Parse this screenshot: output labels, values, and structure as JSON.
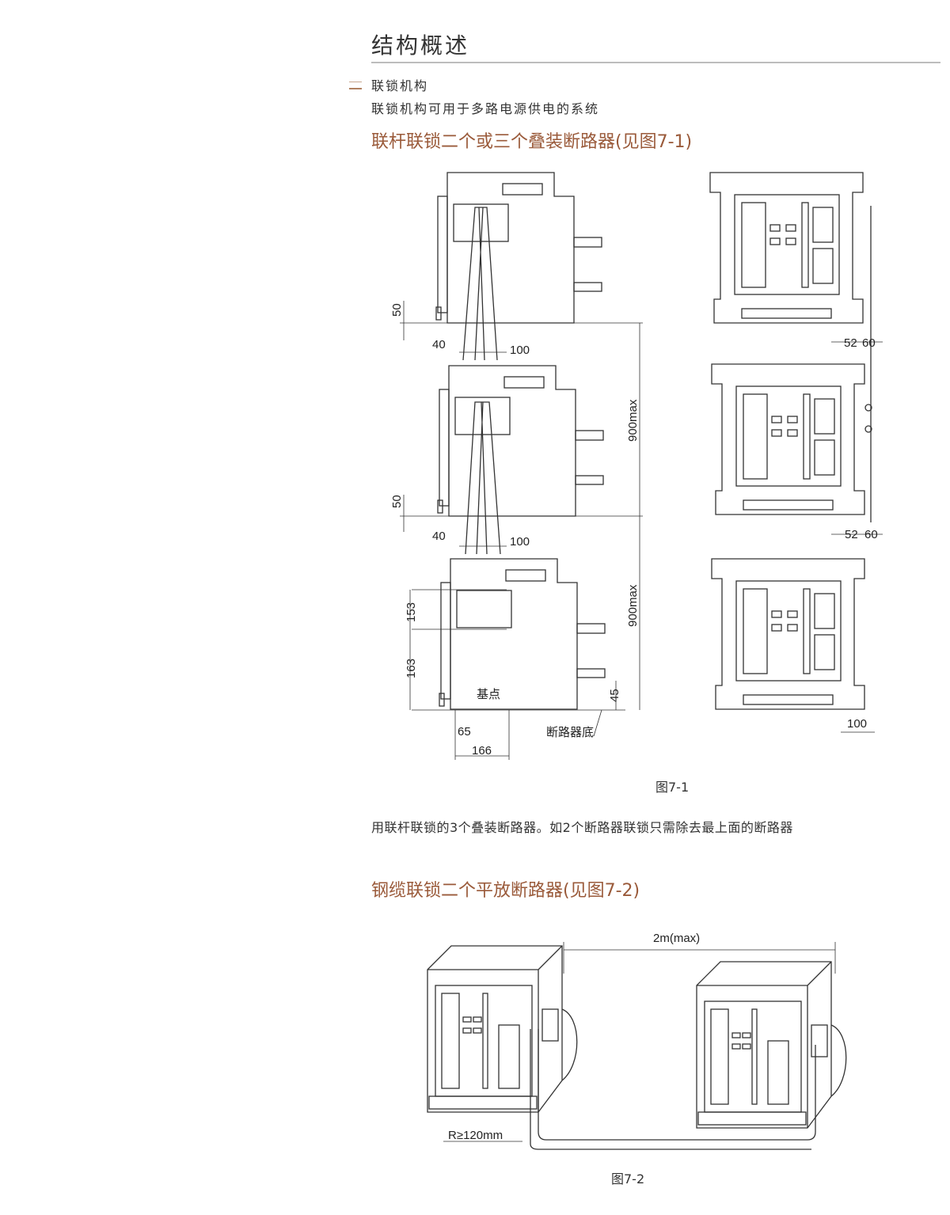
{
  "header": {
    "title": "结构概述"
  },
  "section": {
    "subtitle": "联锁机构",
    "description": "联锁机构可用于多路电源供电的系统"
  },
  "figure1": {
    "heading": "联杆联锁二个或三个叠装断路器(见图7-1)",
    "caption": "图7-1",
    "dims": {
      "d50a": "50",
      "d40a": "40",
      "d100a": "100",
      "d900a": "900max",
      "d52a": "52",
      "d60a": "60",
      "d50b": "50",
      "d40b": "40",
      "d100b": "100",
      "d900b": "900max",
      "d52b": "52",
      "d60b": "60",
      "d153": "153",
      "d163": "163",
      "base": "基点",
      "d45": "45",
      "d65": "65",
      "d166": "166",
      "bottom": "断路器底",
      "d100c": "100"
    },
    "note": "用联杆联锁的3个叠装断路器。如2个断路器联锁只需除去最上面的断路器"
  },
  "figure2": {
    "heading": "钢缆联锁二个平放断路器(见图7-2)",
    "caption": "图7-2",
    "distance": "2m(max)",
    "radius": "R≥120mm"
  }
}
